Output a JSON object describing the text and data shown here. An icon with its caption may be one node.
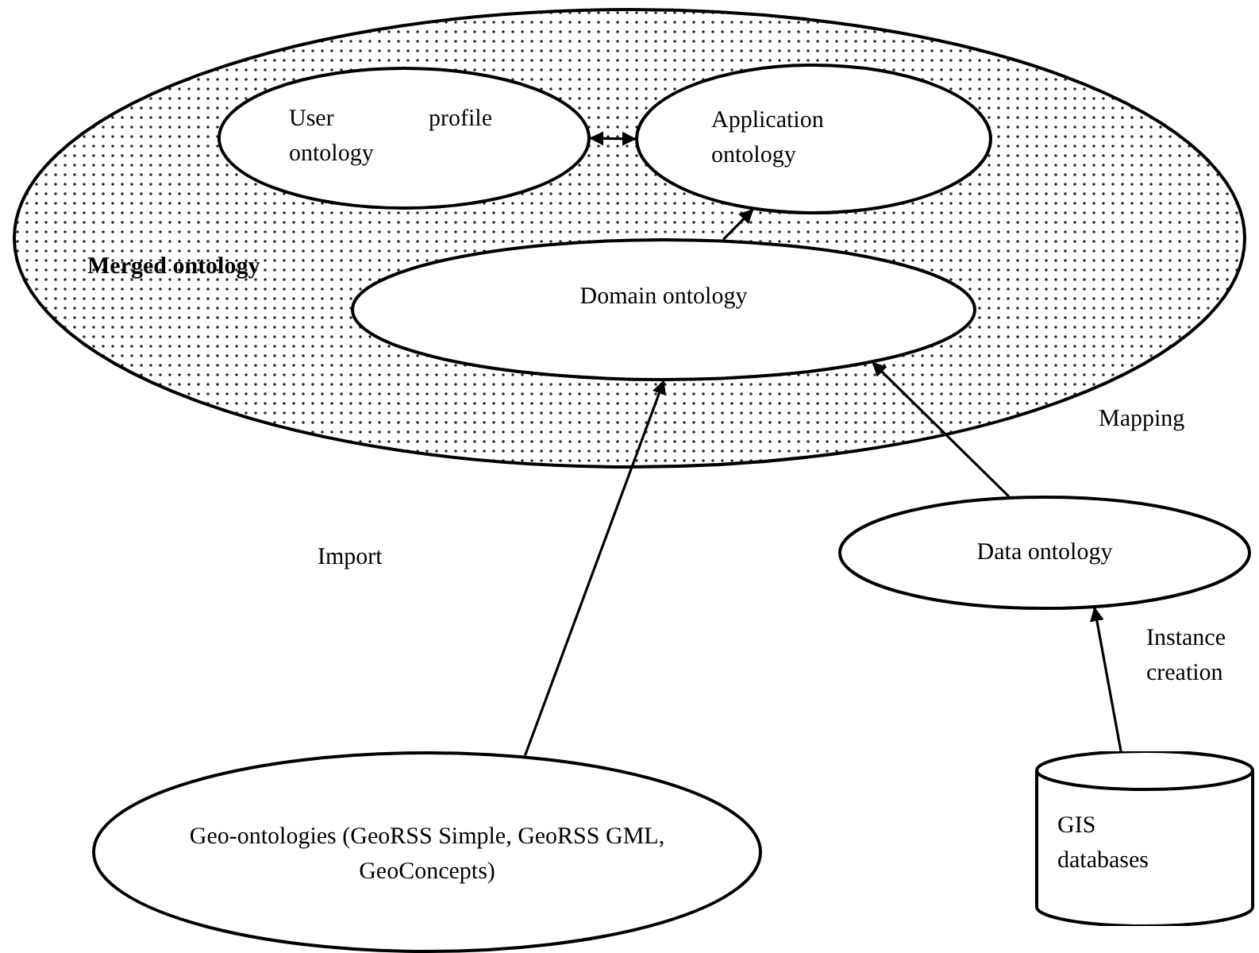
{
  "diagram": {
    "nodes": [
      {
        "text": [
          "Merged ontology"
        ]
      },
      {
        "text": [
          "User profile ontology"
        ],
        "in": 0
      },
      {
        "text": [
          "Application ontology"
        ],
        "in": 0
      },
      {
        "text": [
          "Domain ontology"
        ],
        "in": 0
      },
      {
        "text": [
          "Data ontology"
        ]
      },
      {
        "text": [
          "Geo-ontologies (GeoRSS Simple, GeoRSS GML, GeoConcepts)"
        ]
      },
      {
        "text": [
          "GIS databases"
        ]
      }
    ],
    "edges": [
      {
        "from": 1,
        "to": 2,
        "arrow": "both"
      },
      {
        "from": 3,
        "to": 2,
        "arrow": "to"
      },
      {
        "from": 5,
        "to": 3,
        "arrow": "to"
      },
      {
        "from": 4,
        "to": 3,
        "arrow": "to",
        "label": "Mapping"
      },
      {
        "from": 6,
        "to": 4,
        "arrow": "to",
        "label": "Instance creation"
      }
    ],
    "labels": [
      "Import"
    ]
  }
}
